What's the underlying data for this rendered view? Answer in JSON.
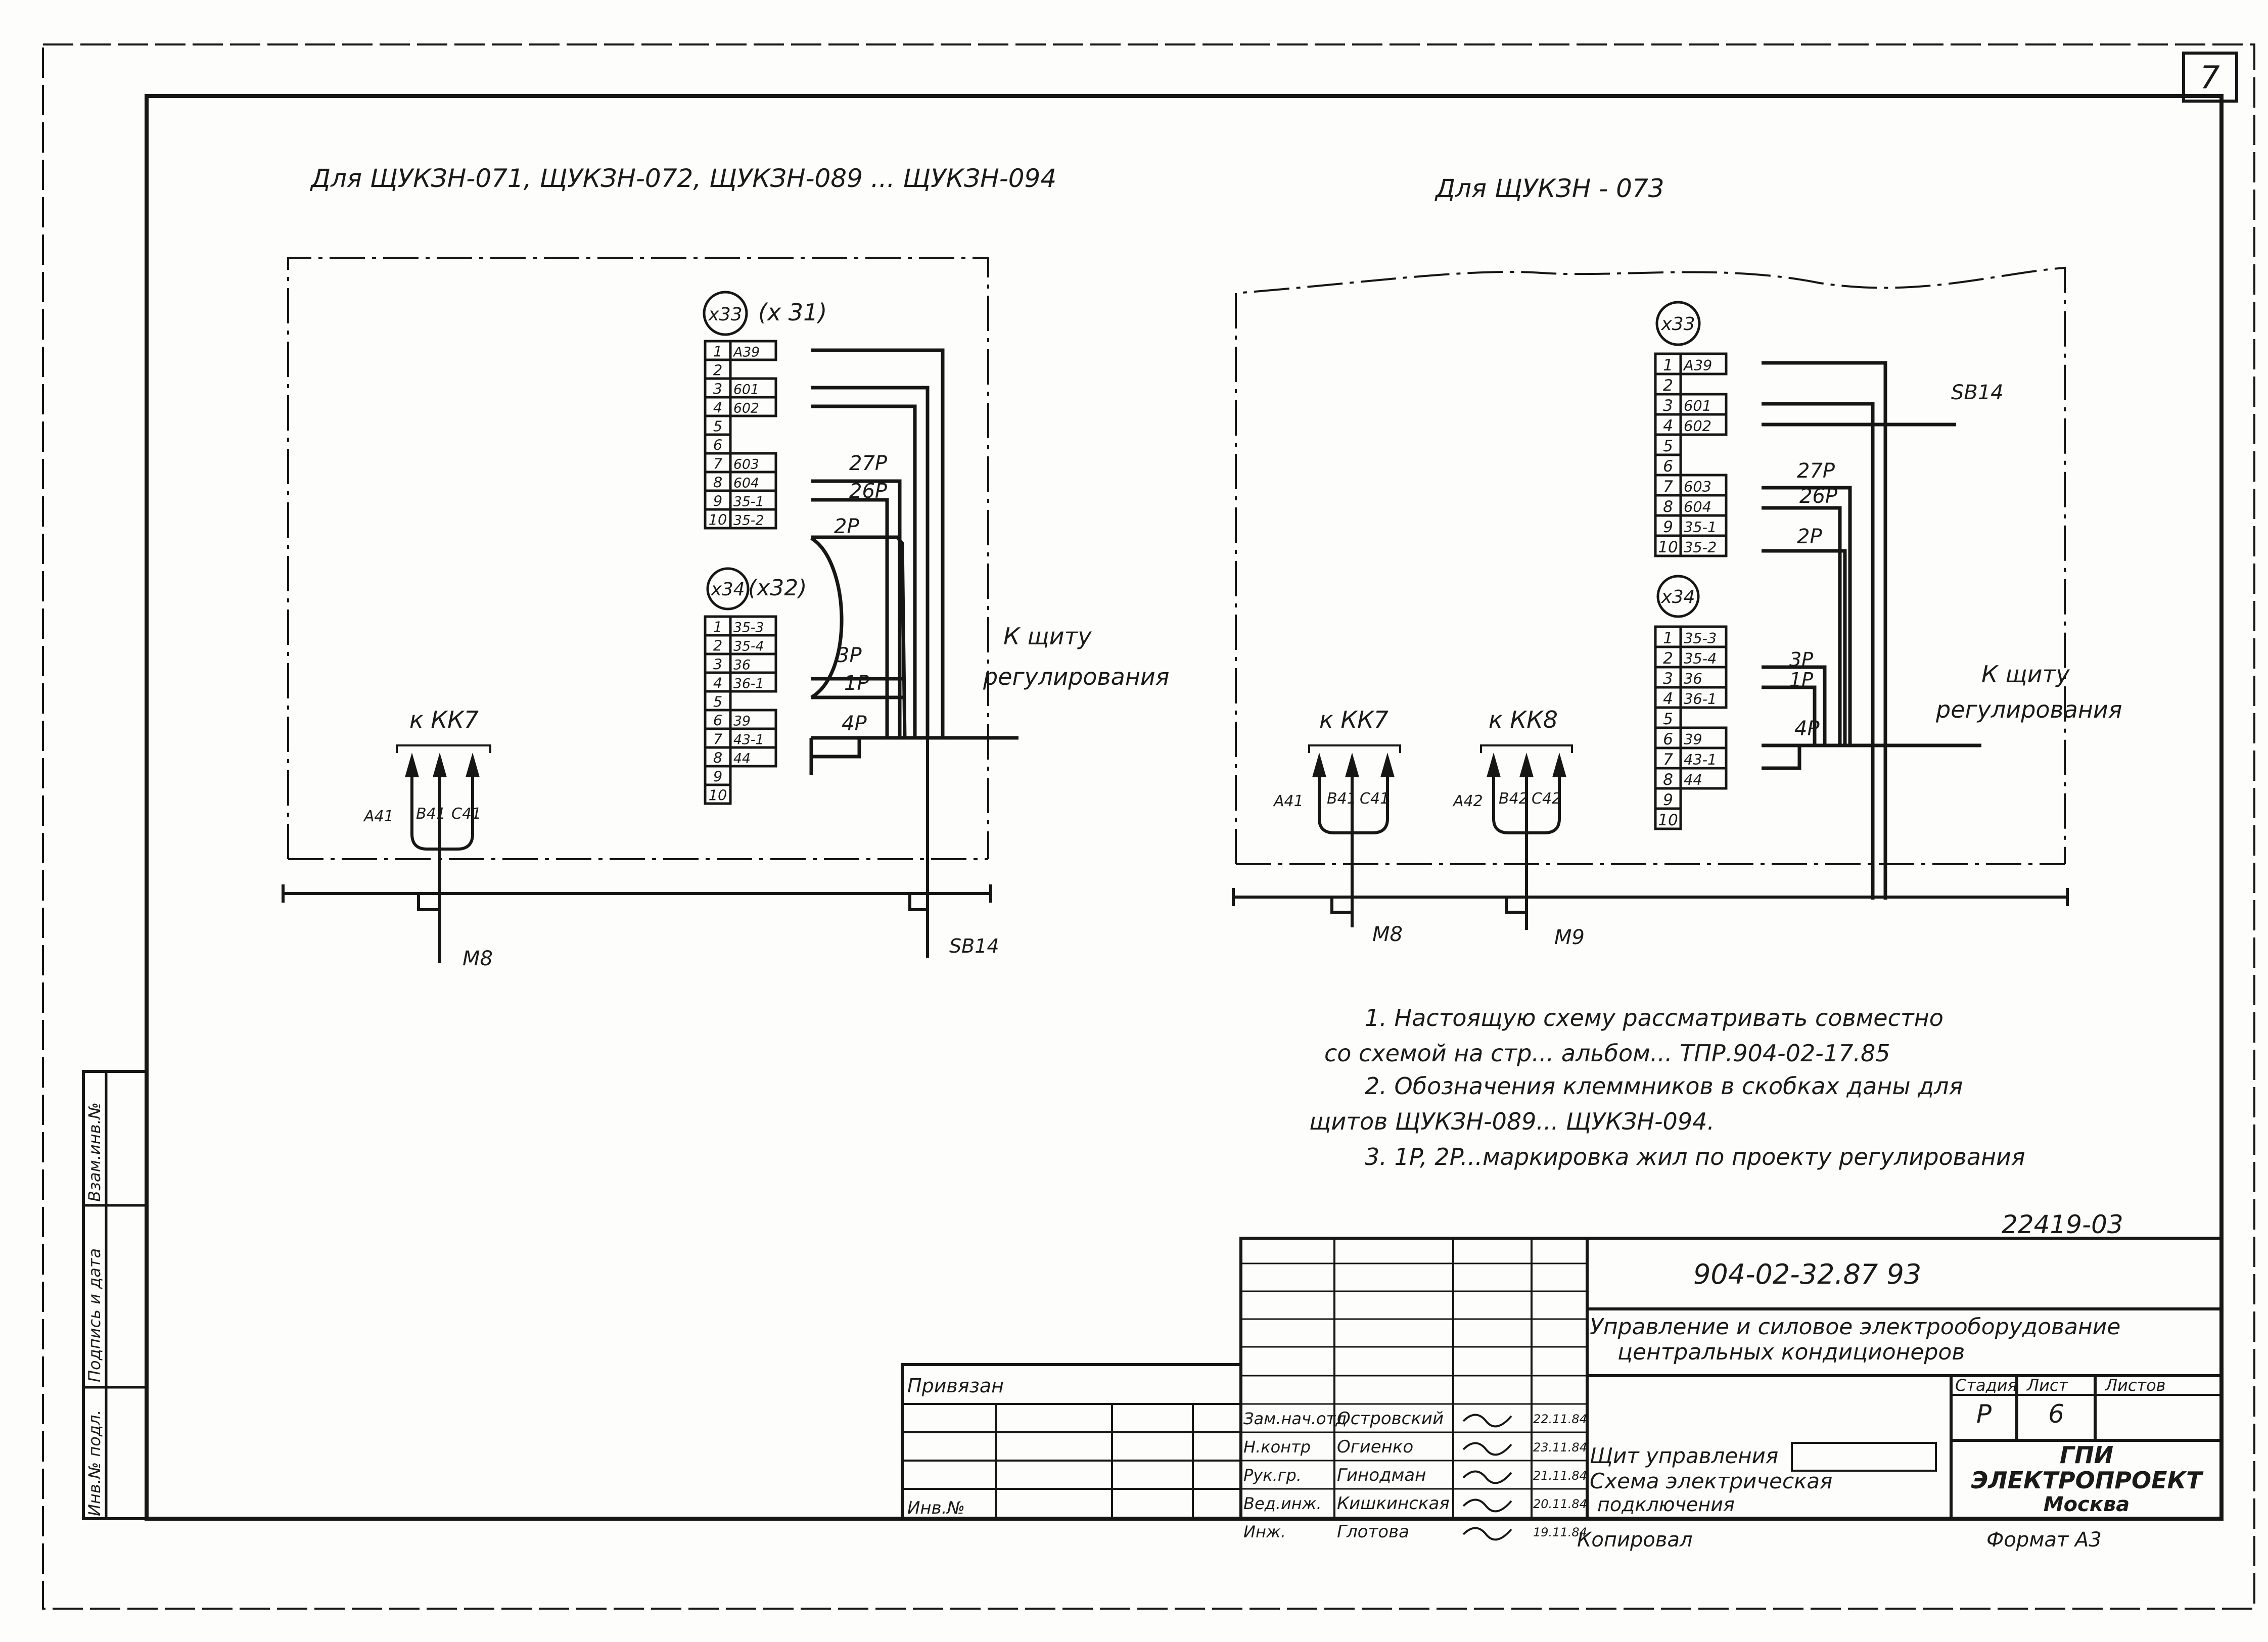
{
  "sheet_number": "7",
  "diagram_left": {
    "title": "Для ЩУКЗН-071, ЩУКЗН-072, ЩУКЗН-089 ... ЩУКЗН-094",
    "block_x33": {
      "label": "x33",
      "alt_label": "(x 31)",
      "rows": [
        {
          "n": "1",
          "mark": "A39"
        },
        {
          "n": "2",
          "mark": ""
        },
        {
          "n": "3",
          "mark": "601"
        },
        {
          "n": "4",
          "mark": "602"
        },
        {
          "n": "5",
          "mark": ""
        },
        {
          "n": "6",
          "mark": ""
        },
        {
          "n": "7",
          "mark": "603"
        },
        {
          "n": "8",
          "mark": "604"
        },
        {
          "n": "9",
          "mark": "35-1"
        },
        {
          "n": "10",
          "mark": "35-2"
        }
      ]
    },
    "block_x34": {
      "label": "x34",
      "alt_label": "(x32)",
      "rows": [
        {
          "n": "1",
          "mark": "35-3"
        },
        {
          "n": "2",
          "mark": "35-4"
        },
        {
          "n": "3",
          "mark": "36"
        },
        {
          "n": "4",
          "mark": "36-1"
        },
        {
          "n": "5",
          "mark": ""
        },
        {
          "n": "6",
          "mark": "39"
        },
        {
          "n": "7",
          "mark": "43-1"
        },
        {
          "n": "8",
          "mark": "44"
        },
        {
          "n": "9",
          "mark": ""
        },
        {
          "n": "10",
          "mark": ""
        }
      ]
    },
    "wire_labels": [
      "27P",
      "26P",
      "2P",
      "3P",
      "1P",
      "4P"
    ],
    "to_regulation": [
      "К щиту",
      "регулирования"
    ],
    "kk7": {
      "label": "к КК7",
      "wires": [
        "A41",
        "B41",
        "C41"
      ],
      "cable": "M8"
    },
    "cable_right": "SB14"
  },
  "diagram_right": {
    "title": "Для ЩУКЗН - 073",
    "block_x33": {
      "label": "x33",
      "rows": [
        {
          "n": "1",
          "mark": "A39"
        },
        {
          "n": "2",
          "mark": ""
        },
        {
          "n": "3",
          "mark": "601"
        },
        {
          "n": "4",
          "mark": "602"
        },
        {
          "n": "5",
          "mark": ""
        },
        {
          "n": "6",
          "mark": ""
        },
        {
          "n": "7",
          "mark": "603"
        },
        {
          "n": "8",
          "mark": "604"
        },
        {
          "n": "9",
          "mark": "35-1"
        },
        {
          "n": "10",
          "mark": "35-2"
        }
      ]
    },
    "block_x34": {
      "label": "x34",
      "rows": [
        {
          "n": "1",
          "mark": "35-3"
        },
        {
          "n": "2",
          "mark": "35-4"
        },
        {
          "n": "3",
          "mark": "36"
        },
        {
          "n": "4",
          "mark": "36-1"
        },
        {
          "n": "5",
          "mark": ""
        },
        {
          "n": "6",
          "mark": "39"
        },
        {
          "n": "7",
          "mark": "43-1"
        },
        {
          "n": "8",
          "mark": "44"
        },
        {
          "n": "9",
          "mark": ""
        },
        {
          "n": "10",
          "mark": ""
        }
      ]
    },
    "wire_labels": [
      "27P",
      "26P",
      "2P",
      "3P",
      "1P",
      "4P"
    ],
    "sb14": "SB14",
    "to_regulation": [
      "К щиту",
      "регулирования"
    ],
    "kk7": {
      "label": "к КК7",
      "wires": [
        "A41",
        "B41",
        "C41"
      ],
      "cable": "M8"
    },
    "kk8": {
      "label": "к КК8",
      "wires": [
        "A42",
        "B42",
        "C42"
      ],
      "cable": "M9"
    }
  },
  "notes": [
    "1. Настоящую схему рассматривать совместно",
    "со схемой на стр... альбом... ТПР.904-02-17.85",
    "2. Обозначения клеммников в скобках даны для",
    "щитов ЩУКЗН-089... ЩУКЗН-094.",
    "3. 1P, 2P...маркировка жил по проекту регулирования"
  ],
  "doc_ref": "22419-03",
  "title_block": {
    "code": "904-02-32.87 93",
    "subject_1": "Управление и силовое электрооборудование",
    "subject_2": "центральных кондиционеров",
    "head_stage": "Стадия",
    "head_sheet": "Лист",
    "head_sheets": "Листов",
    "stage": "Р",
    "sheet": "6",
    "sheet_title_1": "Щит управления",
    "sheet_title_2": "Схема электрическая",
    "sheet_title_3": "подключения",
    "org_1": "ГПИ",
    "org_2": "ЭЛЕКТРОПРОЕКТ",
    "org_3": "Москва",
    "attached": "Привязан",
    "inv": "Инв.№",
    "signers": [
      {
        "role": "Зам.нач.отд",
        "name": "Островский",
        "date": "22.11.84"
      },
      {
        "role": "Н.контр",
        "name": "Огиенко",
        "date": "23.11.84"
      },
      {
        "role": "Рук.гр.",
        "name": "Гинодман",
        "date": "21.11.84"
      },
      {
        "role": "Вед.инж.",
        "name": "Кишкинская",
        "date": "20.11.84"
      },
      {
        "role": "Инж.",
        "name": "Глотова",
        "date": "19.11.84"
      }
    ],
    "copied": "Копировал",
    "format": "Формат А3"
  },
  "side_stamp": [
    "Инв.№ подл.",
    "Подпись и дата",
    "Взам.инв.№"
  ]
}
